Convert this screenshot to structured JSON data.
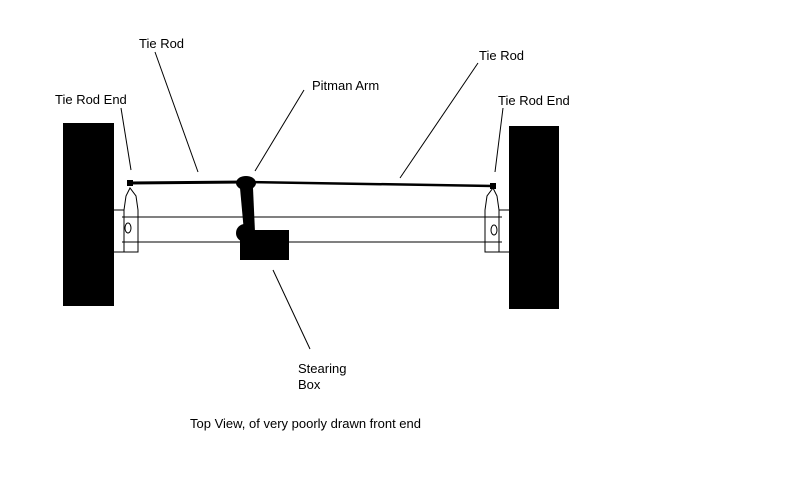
{
  "labels": {
    "tie_rod_left": "Tie Rod",
    "tie_rod_right": "Tie Rod",
    "tie_rod_end_left": "Tie Rod End",
    "tie_rod_end_right": "Tie Rod End",
    "pitman_arm": "Pitman Arm",
    "steering_box_line1": "Stearing",
    "steering_box_line2": "Box"
  },
  "caption": "Top View, of very poorly drawn front end",
  "colors": {
    "ink": "#000000",
    "background": "#ffffff"
  }
}
